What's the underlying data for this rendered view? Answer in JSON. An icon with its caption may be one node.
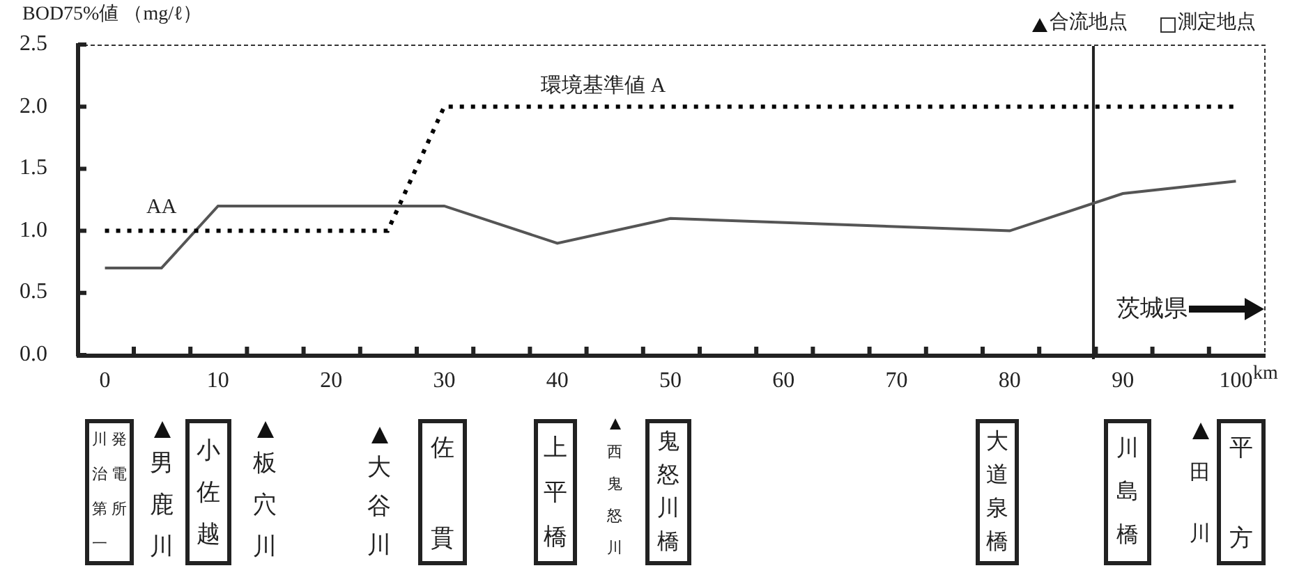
{
  "diagram": {
    "nodes": [
      {
        "text": [
          "川治第一発電所"
        ]
      },
      {
        "text": [
          "小佐越"
        ]
      },
      {
        "text": [
          "佐貫"
        ]
      },
      {
        "text": [
          "上平橋"
        ]
      },
      {
        "text": [
          "鬼怒川橋"
        ]
      },
      {
        "text": [
          "大道泉橋"
        ]
      },
      {
        "text": [
          "川島橋"
        ]
      },
      {
        "text": [
          "平方"
        ]
      }
    ],
    "labels": [
      "男鹿川",
      "板穴川",
      "大谷川",
      "西鬼怒川",
      "田川"
    ],
    "legend": [
      {
        "text": "合流地点"
      },
      {
        "text": "測定地点"
      }
    ],
    "chart_data": {
      "type": "line",
      "xlabel": "km",
      "ylabel": "BOD75%値 （mg/ℓ）",
      "x": [
        0,
        5,
        10,
        25,
        30,
        40,
        50,
        80,
        90,
        100
      ],
      "series": [
        {
          "color": "#555555",
          "values": [
            0.7,
            0.7,
            1.2,
            1.2,
            1.2,
            0.9,
            1.1,
            1.0,
            1.3,
            1.4
          ]
        },
        {
          "color": "#000000",
          "line_style": "dotted",
          "values": [
            1.0,
            1.0,
            1.0,
            1.0,
            2.0,
            2.0,
            2.0,
            2.0,
            2.0,
            2.0
          ]
        }
      ],
      "xlim": [
        -2.5,
        102.5
      ],
      "ylim": [
        0,
        2.5
      ],
      "xticks": [
        0,
        10,
        20,
        30,
        40,
        50,
        60,
        70,
        80,
        90,
        100
      ],
      "yticks": [
        {
          "value": 0,
          "label": "0.0"
        },
        0.5,
        {
          "value": 1,
          "label": "1.0"
        },
        1.5,
        {
          "value": 2,
          "label": "2.0"
        },
        2.5
      ],
      "ref_lines": [
        {
          "axis": "x",
          "value": 87.4
        }
      ],
      "annotations": [
        "AA",
        "環境基準値 A",
        "茨城県"
      ]
    }
  }
}
